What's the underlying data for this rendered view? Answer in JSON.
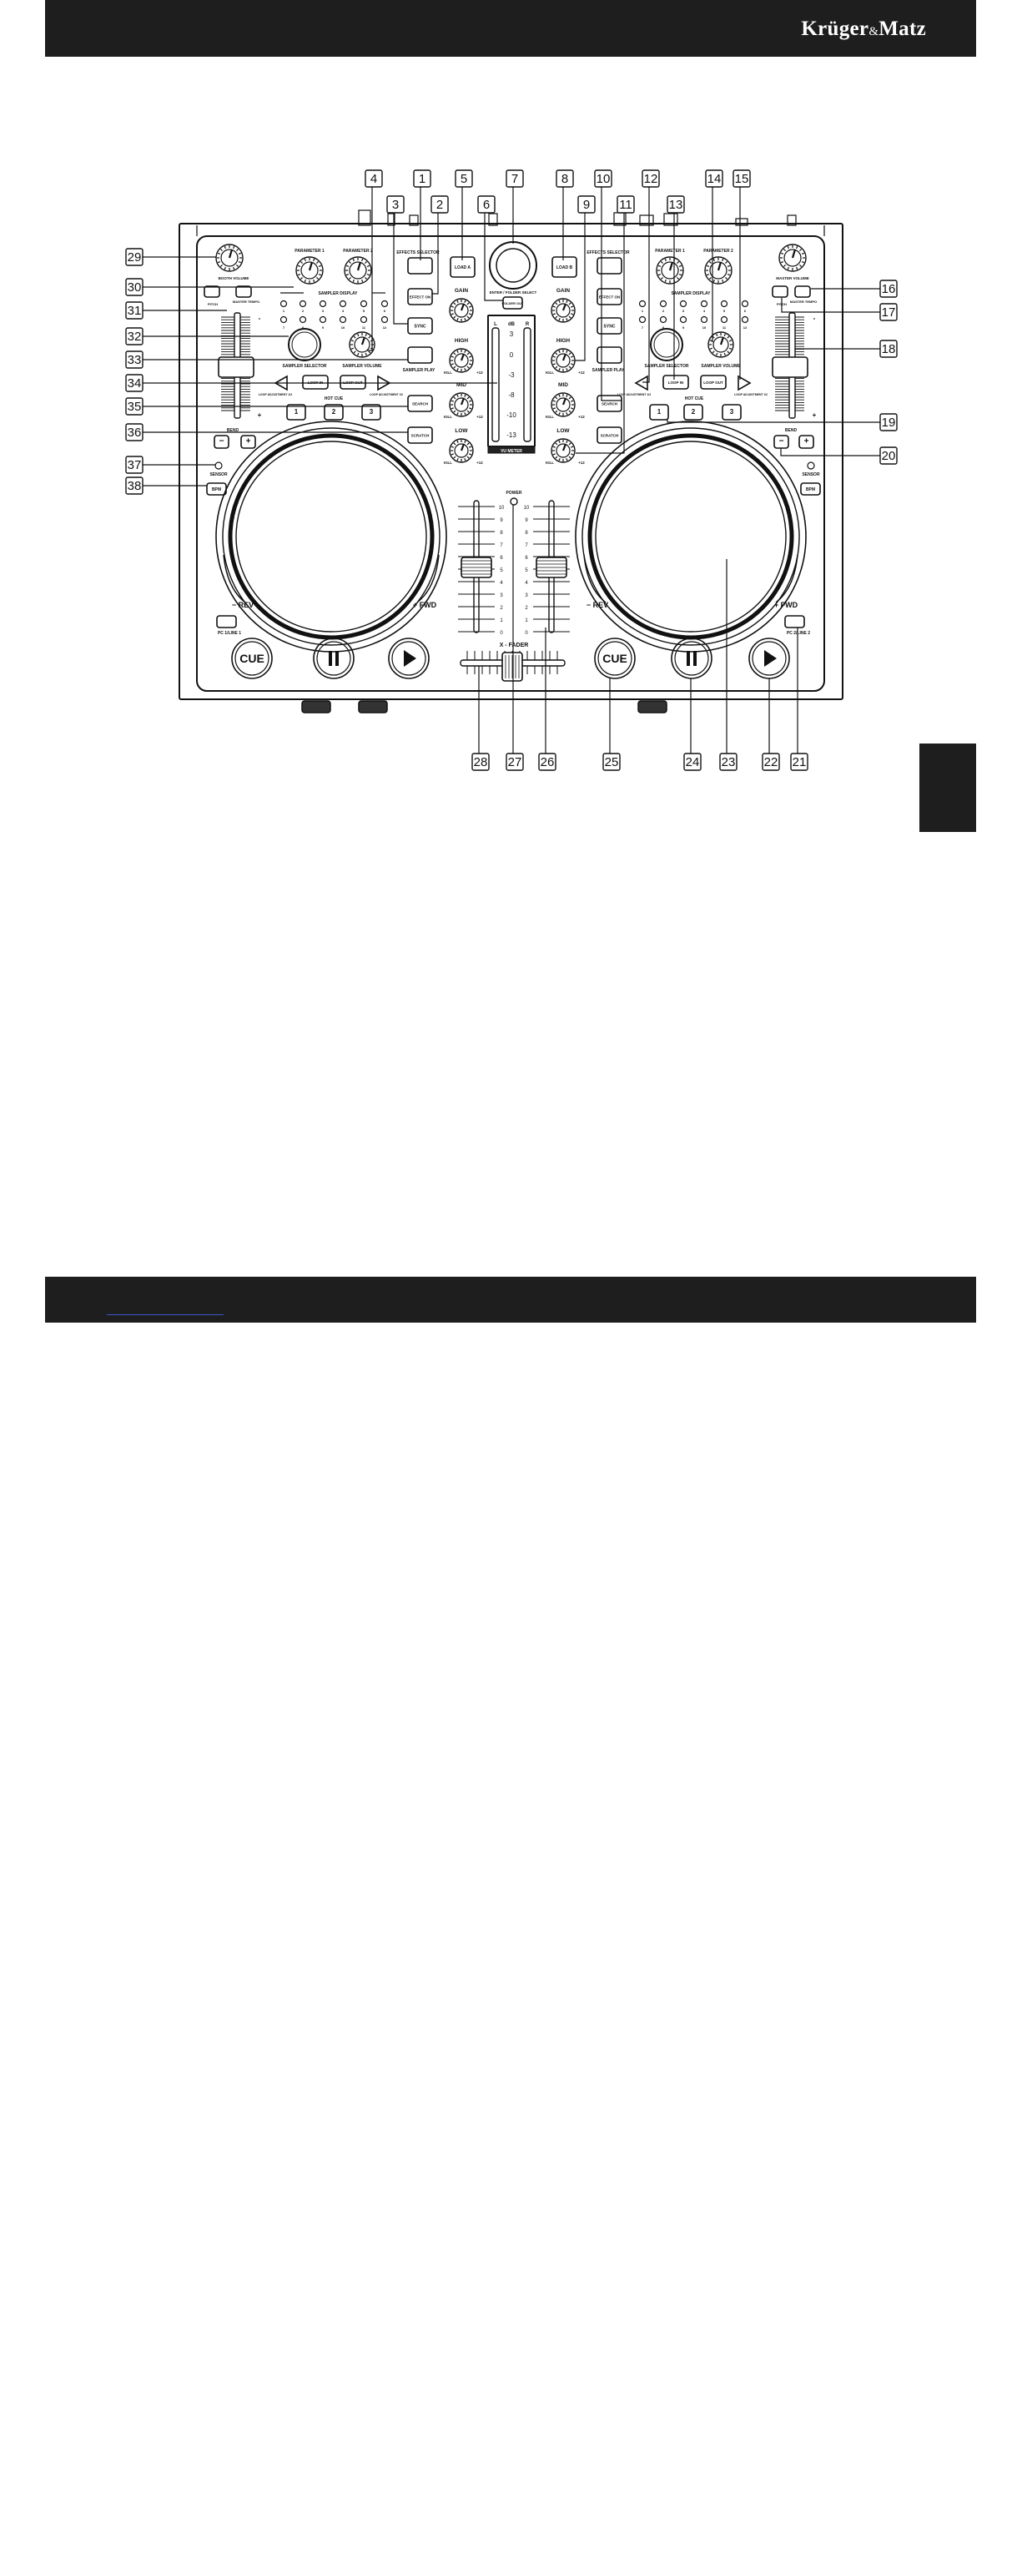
{
  "header": {
    "brand_main": "Krüger",
    "brand_amp": "&",
    "brand_end": "Matz"
  },
  "footer": {
    "page_number": ""
  },
  "callouts": [
    "1",
    "2",
    "3",
    "4",
    "5",
    "6",
    "7",
    "8",
    "9",
    "10",
    "11",
    "12",
    "13",
    "14",
    "15",
    "16",
    "17",
    "18",
    "19",
    "20",
    "21",
    "22",
    "23",
    "24",
    "25",
    "26",
    "27",
    "28",
    "29",
    "30",
    "31",
    "32",
    "33",
    "34",
    "35",
    "36",
    "37",
    "38"
  ],
  "panel": {
    "effects_selector": "EFFECTS SELECTOR",
    "parameter_1": "PARAMETER 1",
    "parameter_2": "PARAMETER 2",
    "sampler_display": "SAMPLER DISPLAY",
    "sampler_selector": "SAMPLER SELECTOR",
    "sampler_volume": "SAMPLER VOLUME",
    "sampler_play": "SAMPLER PLAY",
    "booth_volume": "BOOTH VOLUME",
    "master_volume": "MASTER VOLUME",
    "pitch": "PITCH",
    "master_tempo": "MASTER TEMPO",
    "load_a": "LOAD A",
    "load_b": "LOAD B",
    "effect_on": "EFFECT ON",
    "sync": "SYNC",
    "search": "SEARCH",
    "scratch": "SCRATCH",
    "loop_in": "LOOP IN",
    "loop_out": "LOOP OUT",
    "loop_adjustment_left": "LOOP ADJUSTMENT 1/2",
    "loop_adjustment_right": "LOOP ADJUSTMENT X2",
    "hot_cue": "HOT CUE",
    "bend": "BEND",
    "sensor": "SENSOR",
    "bpm": "BPM",
    "enter_folder_select": "ENTER / FOLDER SELECT",
    "folder_out": "FOLDER OUT",
    "gain": "GAIN",
    "high": "HIGH",
    "mid": "MID",
    "low": "LOW",
    "kill": "KILL",
    "plus12": "+12",
    "vu_meter": "VU METER",
    "vu_l": "L",
    "vu_db": "dB",
    "vu_r": "R",
    "vu_scale": [
      "3",
      "0",
      "-3",
      "-8",
      "-10",
      "-13"
    ],
    "power": "POWER",
    "fader_scale": [
      "10",
      "9",
      "8",
      "7",
      "6",
      "5",
      "4",
      "3",
      "2",
      "1",
      "0"
    ],
    "x_fader": "X - FADER",
    "rev": "REV",
    "fwd": "FWD",
    "pc1_line1": "PC 1/LINE 1",
    "pc2_line2": "PC 2/LINE 2",
    "cue": "CUE",
    "sampler_numbers": [
      "1",
      "2",
      "3",
      "4",
      "5",
      "6",
      "7",
      "8",
      "9",
      "10",
      "11",
      "12"
    ],
    "hot_cue_numbers": [
      "1",
      "2",
      "3"
    ]
  }
}
